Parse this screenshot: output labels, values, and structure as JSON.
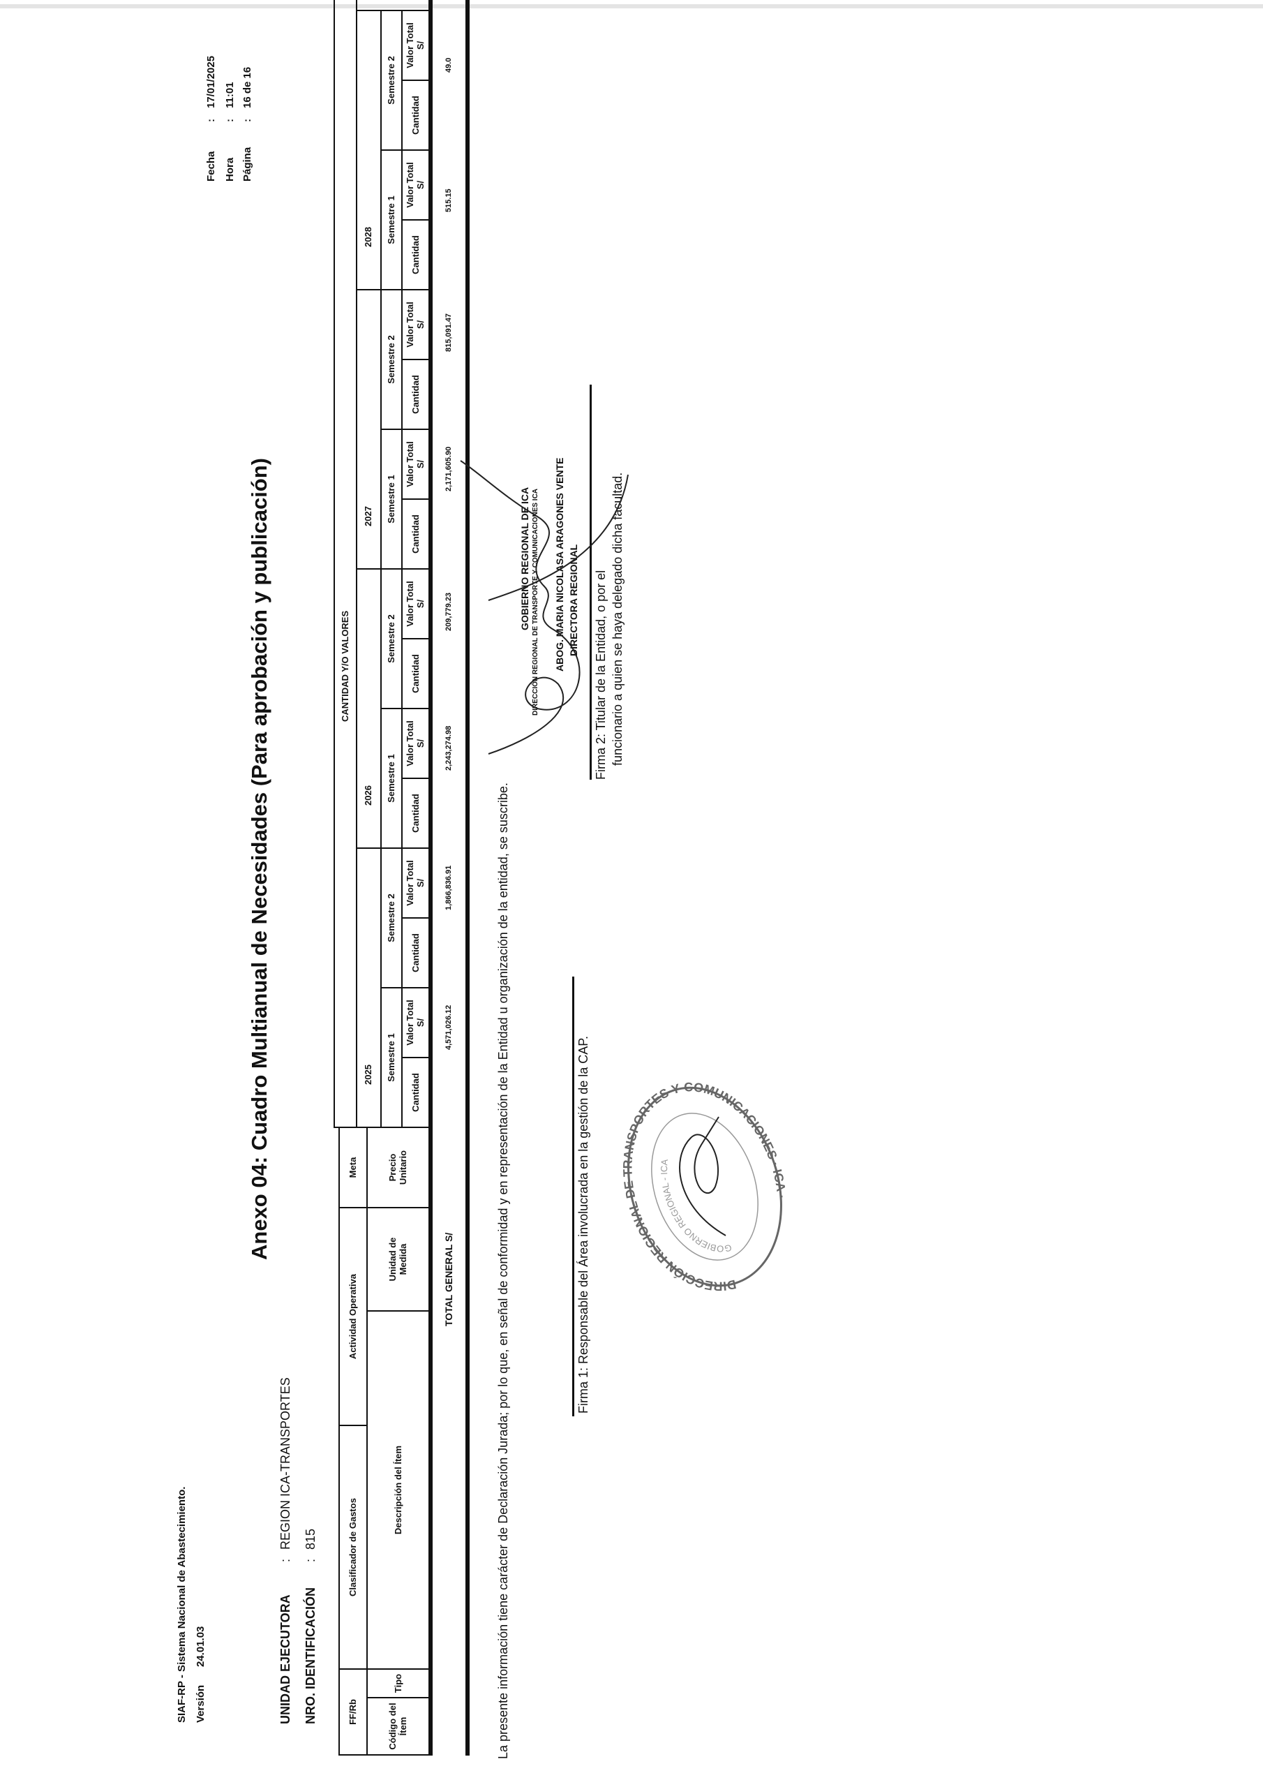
{
  "header": {
    "system": "SIAF-RP - Sistema Nacional de Abastecimiento.",
    "version_label": "Versión",
    "version": "24.01.03",
    "fecha_label": "Fecha",
    "fecha": "17/01/2025",
    "hora_label": "Hora",
    "hora": "11:01",
    "pagina_label": "Página",
    "pagina": "16 de 16",
    "colon": ":"
  },
  "title": "Anexo 04: Cuadro Multianual de Necesidades (Para aprobación y publicación)",
  "entity": {
    "unidad_label": "UNIDAD EJECUTORA",
    "unidad": "REGION ICA-TRANSPORTES",
    "nro_label": "NRO. IDENTIFICACIÓN",
    "nro": "815",
    "colon": ":"
  },
  "table": {
    "ffrb": "FF/Rb",
    "clasificador": "Clasificador de Gastos",
    "actividad": "Actividad Operativa",
    "meta": "Meta",
    "codigo": "Código del Ítem",
    "tipo": "Tipo",
    "descripcion": "Descripción del Ítem",
    "unidad_medida": "Unidad de Medida",
    "precio_unitario": "Precio Unitario",
    "cantidad_header": "CANTIDAD Y/O VALORES",
    "years": [
      "2025",
      "2026",
      "2027",
      "2028"
    ],
    "semestres": [
      "Semestre 1",
      "Semestre 2"
    ],
    "cantidad_label": "Cantidad",
    "valor_label": "Valor Total",
    "valor_unit": "S/",
    "total_label": "TOTAL GENERAL S/",
    "totals": [
      "4,571,026.12",
      "1,866,836.91",
      "2,243,274.98",
      "209,779.23",
      "2,171,605.90",
      "815,091.47",
      "515.15",
      "49.0"
    ]
  },
  "declaration": "La presente información tiene carácter de Declaración Jurada; por lo que, en señal de conformidad y en representación de la Entidad u organización de la entidad, se suscribe.",
  "firma1": "Firma 1: Responsable del Área involucrada en la gestión de la CAP.",
  "firma2_line1": "Firma 2: Titular de la Entidad, o por el",
  "firma2_line2": "funcionario a quien se haya delegado dicha facultad.",
  "stamp2": {
    "org1": "GOBIERNO REGIONAL DE ICA",
    "org2": "DIRECCIÓN REGIONAL DE TRANSPORTE Y COMUNICACIONES ICA",
    "name": "ABOG. MARIA NICOLASA ARAGONES VENTE",
    "role": "DIRECTORA REGIONAL"
  },
  "seal1": {
    "outer": "DIRECCIÓN REGIONAL DE TRANSPORTES Y COMUNICACIONES · ICA ·",
    "inner": "GOBIERNO REGIONAL - ICA"
  }
}
